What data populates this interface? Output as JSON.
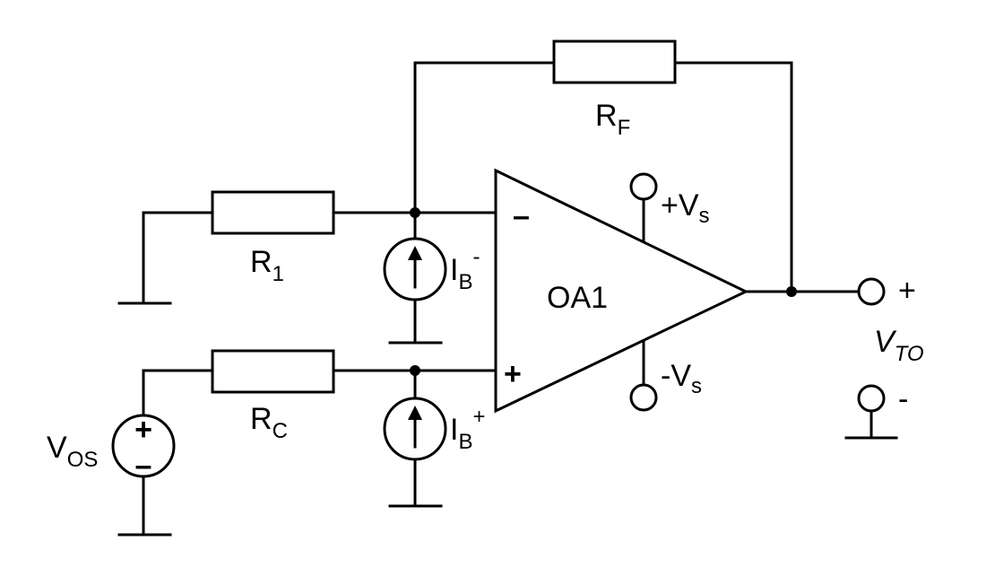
{
  "components": {
    "r1": {
      "name": "R",
      "sub": "1"
    },
    "rf": {
      "name": "R",
      "sub": "F"
    },
    "rc": {
      "name": "R",
      "sub": "C"
    },
    "ib_minus": {
      "name": "I",
      "sub": "B",
      "sup": "-"
    },
    "ib_plus": {
      "name": "I",
      "sub": "B",
      "sup": "+"
    },
    "vos": {
      "name": "V",
      "sub": "OS"
    },
    "opamp": {
      "label": "OA1",
      "inv_sign": "–",
      "noninv_sign": "+"
    },
    "vs_pos": {
      "name": "+V",
      "sub": "s"
    },
    "vs_neg": {
      "name": "-V",
      "sub": "s"
    },
    "vto": {
      "name": "V",
      "sub": "TO",
      "plus": "+",
      "minus": "-"
    },
    "vos_src": {
      "plus": "+",
      "minus": "–"
    }
  }
}
